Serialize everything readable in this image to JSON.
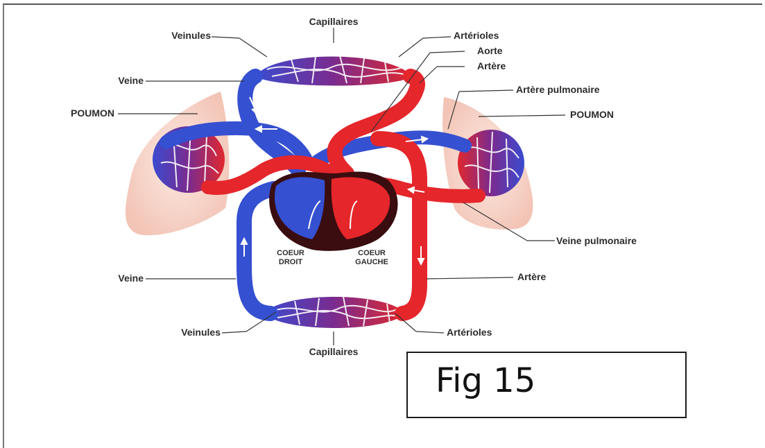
{
  "diagram": {
    "labels": {
      "capillaires_top": "Capillaires",
      "veinules_top": "Veinules",
      "arterioles_top": "Artérioles",
      "aorte": "Aorte",
      "artere_top": "Artère",
      "veine_top": "Veine",
      "artere_pulmonaire": "Artère pulmonaire",
      "poumon_left": "POUMON",
      "poumon_right": "POUMON",
      "veine_pulmonaire": "Veine pulmonaire",
      "veine_bottom": "Veine",
      "artere_bottom": "Artère",
      "veinules_bottom": "Veinules",
      "arterioles_bottom": "Artérioles",
      "capillaires_bottom": "Capillaires"
    },
    "heart": {
      "right_line1": "COEUR",
      "right_line2": "DROIT",
      "left_line1": "COEUR",
      "left_line2": "GAUCHE"
    },
    "colors": {
      "oxygenated": "#e8262a",
      "deoxygenated": "#2f4fc9",
      "capillary": "#7a2a8c",
      "lung": "#f3c9bd",
      "heart_dark": "#3a0d10"
    }
  },
  "figure_caption": "Fig 15"
}
